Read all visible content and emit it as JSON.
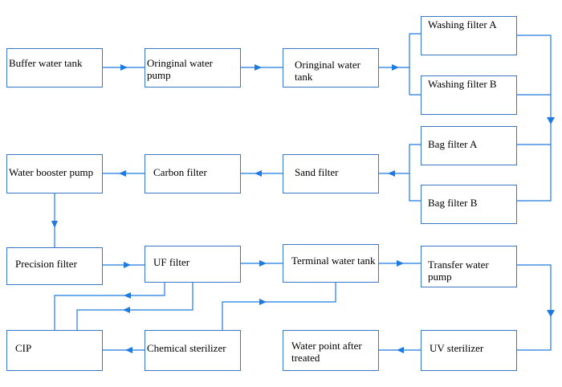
{
  "colors": {
    "line": "#1e7ae0",
    "box_border": "#3a78c7",
    "text": "#000000"
  },
  "boxes": {
    "buffer_water_tank": "Buffer water tank",
    "original_water_pump": "Oringinal water pump",
    "original_water_tank": "Oringinal water tank",
    "washing_filter_a": "Washing filter A",
    "washing_filter_b": "Washing filter B",
    "bag_filter_a": "Bag filter A",
    "bag_filter_b": "Bag filter B",
    "sand_filter": "Sand filter",
    "carbon_filter": "Carbon filter",
    "water_booster_pump": "Water booster pump",
    "precision_filter": "Precision filter",
    "uf_filter": "UF filter",
    "terminal_water_tank": "Terminal water tank",
    "transfer_water_pump": "Transfer water pump",
    "uv_sterilizer": "UV sterilizer",
    "water_point_after_treated": "Water point after treated",
    "chemical_sterilizer": "Chemical sterilizer",
    "cip": "CIP"
  }
}
